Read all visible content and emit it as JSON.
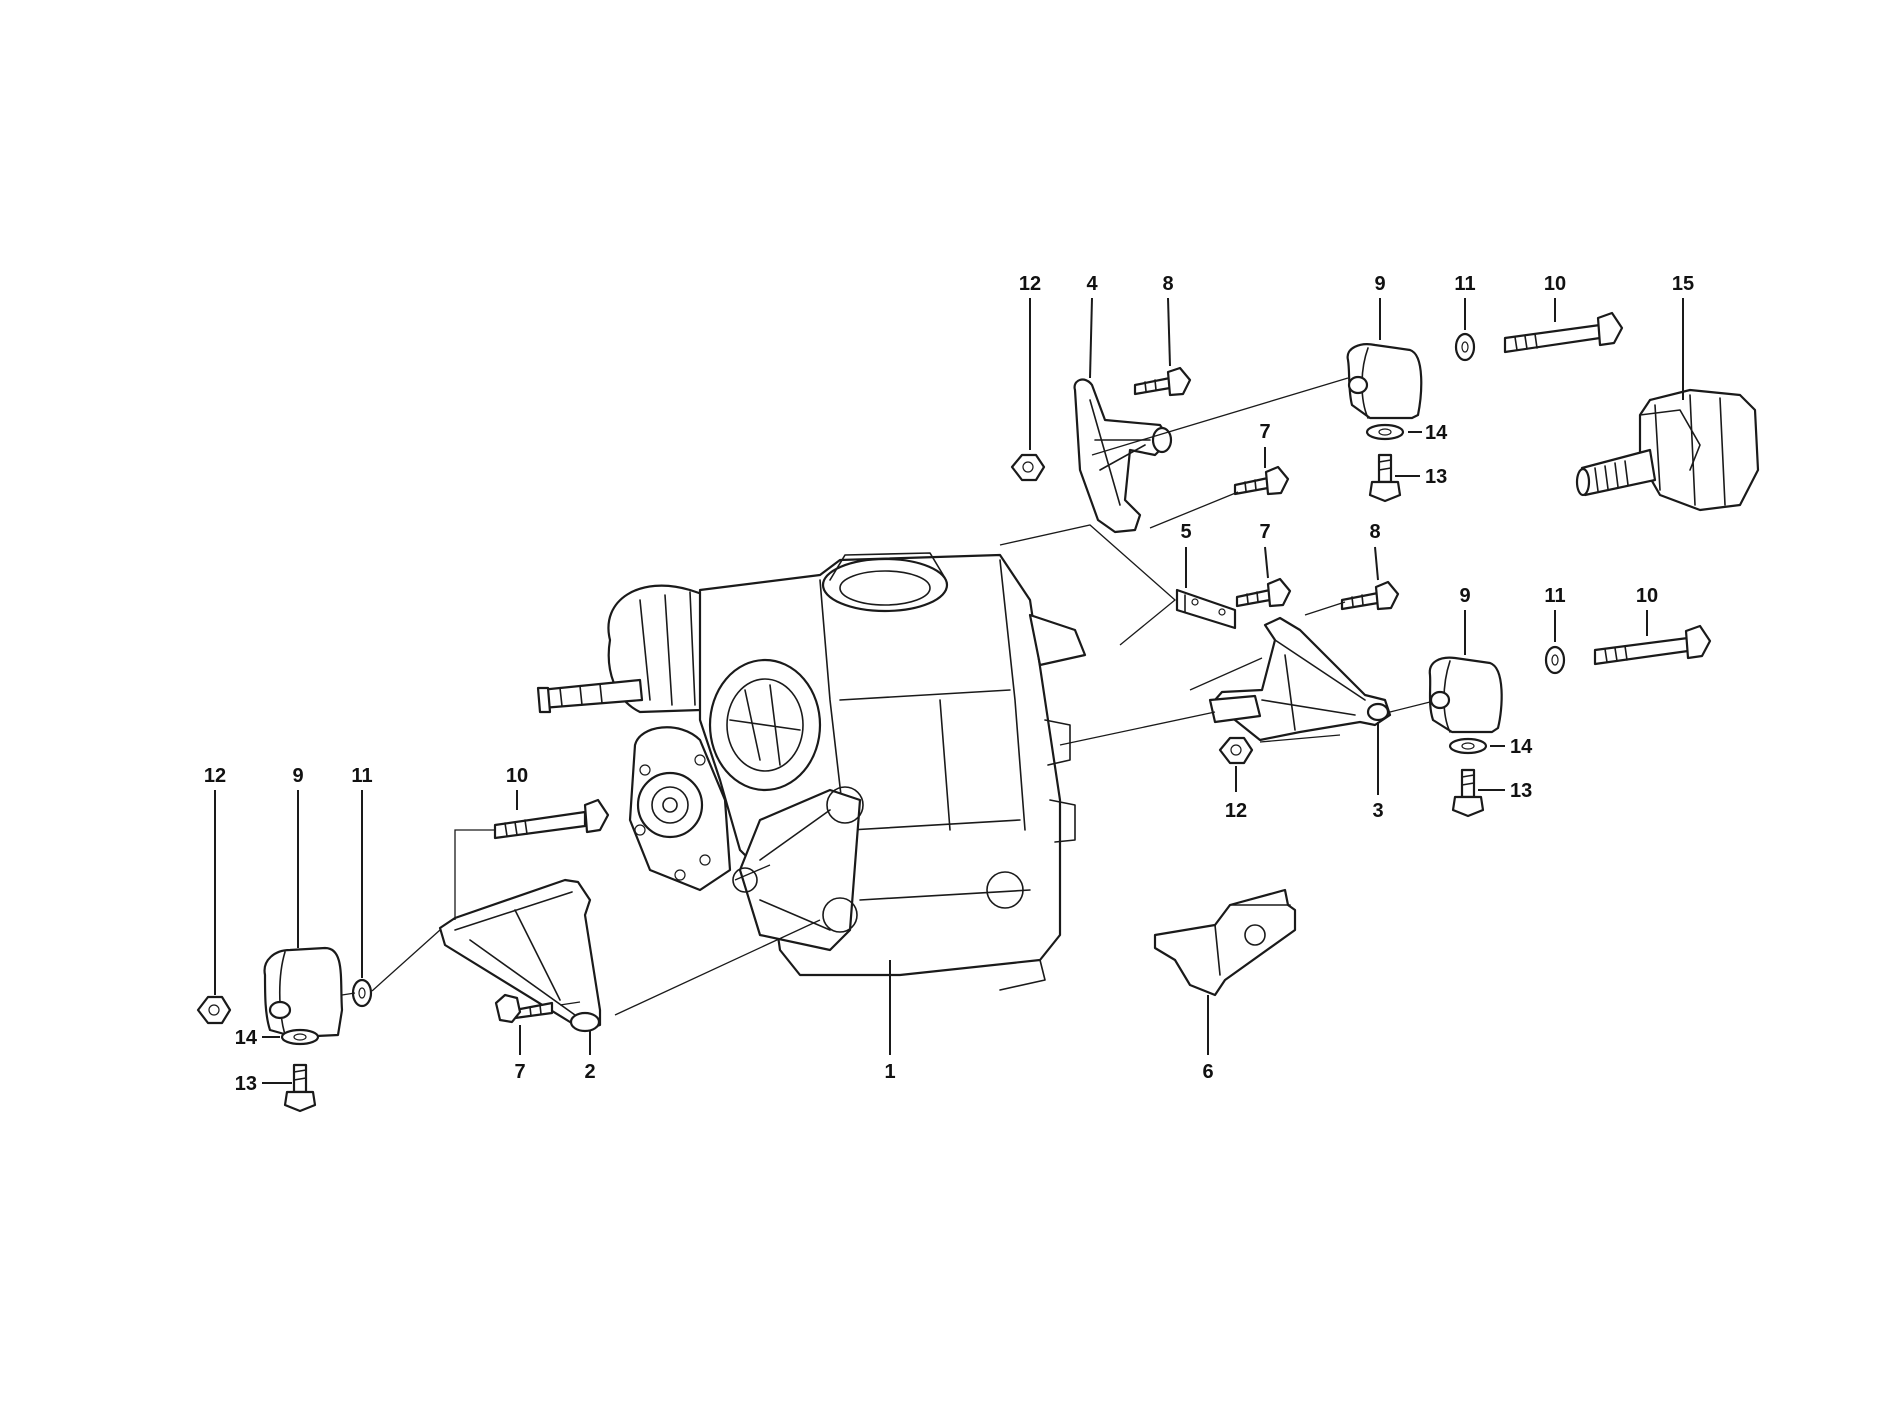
{
  "callouts": [
    {
      "id": "c12_top",
      "label": "12"
    },
    {
      "id": "c4",
      "label": "4"
    },
    {
      "id": "c8_top",
      "label": "8"
    },
    {
      "id": "c9_top",
      "label": "9"
    },
    {
      "id": "c11_top",
      "label": "11"
    },
    {
      "id": "c10_top",
      "label": "10"
    },
    {
      "id": "c15",
      "label": "15"
    },
    {
      "id": "c14_top",
      "label": "14"
    },
    {
      "id": "c7_top",
      "label": "7"
    },
    {
      "id": "c13_top",
      "label": "13"
    },
    {
      "id": "c5",
      "label": "5"
    },
    {
      "id": "c7_mid",
      "label": "7"
    },
    {
      "id": "c8_mid",
      "label": "8"
    },
    {
      "id": "c9_mid",
      "label": "9"
    },
    {
      "id": "c11_mid",
      "label": "11"
    },
    {
      "id": "c10_mid",
      "label": "10"
    },
    {
      "id": "c14_mid",
      "label": "14"
    },
    {
      "id": "c13_mid",
      "label": "13"
    },
    {
      "id": "c12_mid",
      "label": "12"
    },
    {
      "id": "c3",
      "label": "3"
    },
    {
      "id": "c12_left",
      "label": "12"
    },
    {
      "id": "c9_left",
      "label": "9"
    },
    {
      "id": "c11_left",
      "label": "11"
    },
    {
      "id": "c10_left",
      "label": "10"
    },
    {
      "id": "c14_left",
      "label": "14"
    },
    {
      "id": "c13_left",
      "label": "13"
    },
    {
      "id": "c7_left",
      "label": "7"
    },
    {
      "id": "c2",
      "label": "2"
    },
    {
      "id": "c1",
      "label": "1"
    },
    {
      "id": "c6",
      "label": "6"
    }
  ],
  "colors": {
    "ink": "#1a1a1a",
    "background": "#ffffff"
  }
}
